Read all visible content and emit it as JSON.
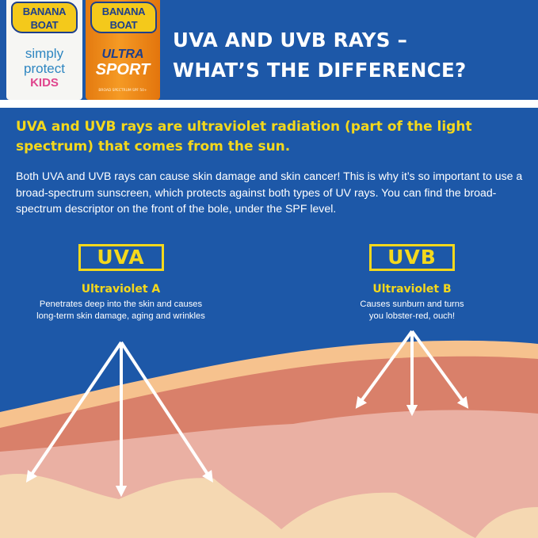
{
  "header": {
    "title_line1": "UVA AND UVB RAYS –",
    "title_line2": "WHAT’S THE DIFFERENCE?"
  },
  "products": [
    {
      "brand": "BANANA BOAT",
      "lines": [
        "simply",
        "protect",
        "KIDS"
      ],
      "color": "#f6f6f3"
    },
    {
      "brand": "BANANA BOAT",
      "lines": [
        "ULTRA",
        "SPORT"
      ],
      "fine_print": "BROAD SPECTRUM SPF 50+",
      "color": "#f28a1a"
    }
  ],
  "intro": {
    "lead": "UVA and UVB rays are ultraviolet radiation (part of the light spectrum) that comes from the sun.",
    "body": "Both UVA and UVB rays can cause skin damage and skin cancer! This is why it’s so important to use a broad-spectrum sunscreen, which protects against both types of UV rays. You can find the broad-spectrum descriptor on the front of the bole, under the SPF level."
  },
  "uva": {
    "badge": "UVA",
    "name": "Ultraviolet A",
    "desc_line1": "Penetrates deep into the skin and causes",
    "desc_line2": "long-term skin damage, aging and wrinkles"
  },
  "uvb": {
    "badge": "UVB",
    "name": "Ultraviolet B",
    "desc_line1": "Causes sunburn and turns",
    "desc_line2": "you lobster-red, ouch!"
  },
  "colors": {
    "background": "#1d58a8",
    "accent_yellow": "#f4d81c",
    "skin_surface": "#f6c28e",
    "skin_epidermis": "#d9806a",
    "skin_dermis": "#eab0a3",
    "skin_deep": "#f5d8b2"
  }
}
